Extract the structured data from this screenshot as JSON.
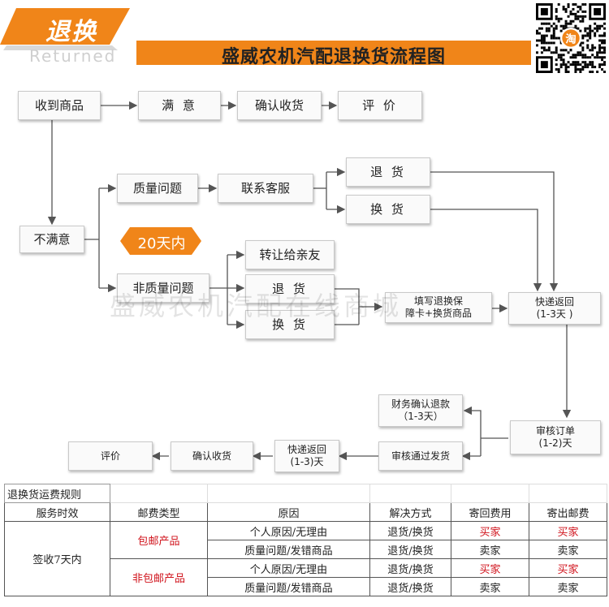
{
  "header": {
    "badge_title": "退换",
    "badge_subtitle": "Returned",
    "main_title": "盛威农机汽配退换货流程图"
  },
  "flow": {
    "received": "收到商品",
    "satisfied": "满 意",
    "confirm_receipt": "确认收货",
    "review": "评 价",
    "unsatisfied": "不满意",
    "quality_issue": "质量问题",
    "contact_service": "联系客服",
    "return_goods": "退 货",
    "exchange_goods": "换 货",
    "days_badge": "20天内",
    "non_quality_issue": "非质量问题",
    "transfer_friend": "转让给亲友",
    "return_goods_2": "退 货",
    "exchange_goods_2": "换 货",
    "fill_form_line1": "填写退换保",
    "fill_form_line2": "障卡+换货商品",
    "express_return_line1": "快递返回",
    "express_return_line2": "(1-3天 )",
    "finance_confirm_line1": "财务确认退款",
    "finance_confirm_line2": "（1-3天）",
    "review_order_line1": "审核订单",
    "review_order_line2": "(1-2)天",
    "approved_ship": "审核通过发货",
    "express_back_line1": "快递返回",
    "express_back_line2": "(1-3)天",
    "confirm_receipt_2": "确认收货",
    "review_2": "评价",
    "watermark": "盛威农机汽配在线商城"
  },
  "rules": {
    "caption": "退换货运费规则",
    "headers": [
      "服务时效",
      "邮费类型",
      "原因",
      "解决方式",
      "寄回费用",
      "寄出邮费"
    ],
    "service_time": "签收7天内",
    "groups": [
      {
        "type": "包邮产品",
        "rows": [
          [
            "个人原因/无理由",
            "退货/换货",
            "买家",
            "买家"
          ],
          [
            "质量问题/发错商品",
            "退货/换货",
            "卖家",
            "卖家"
          ]
        ]
      },
      {
        "type": "非包邮产品",
        "rows": [
          [
            "个人原因/无理由",
            "退货/换货",
            "买家",
            "买家"
          ],
          [
            "质量问题/发错商品",
            "退货/换货",
            "卖家",
            "卖家"
          ]
        ]
      }
    ]
  },
  "colors": {
    "accent": "#f08519",
    "red_text": "#d0121b",
    "arrow": "#555555"
  },
  "icons": {
    "qr": "qr-code-icon",
    "tao": "taobao-logo-icon"
  }
}
